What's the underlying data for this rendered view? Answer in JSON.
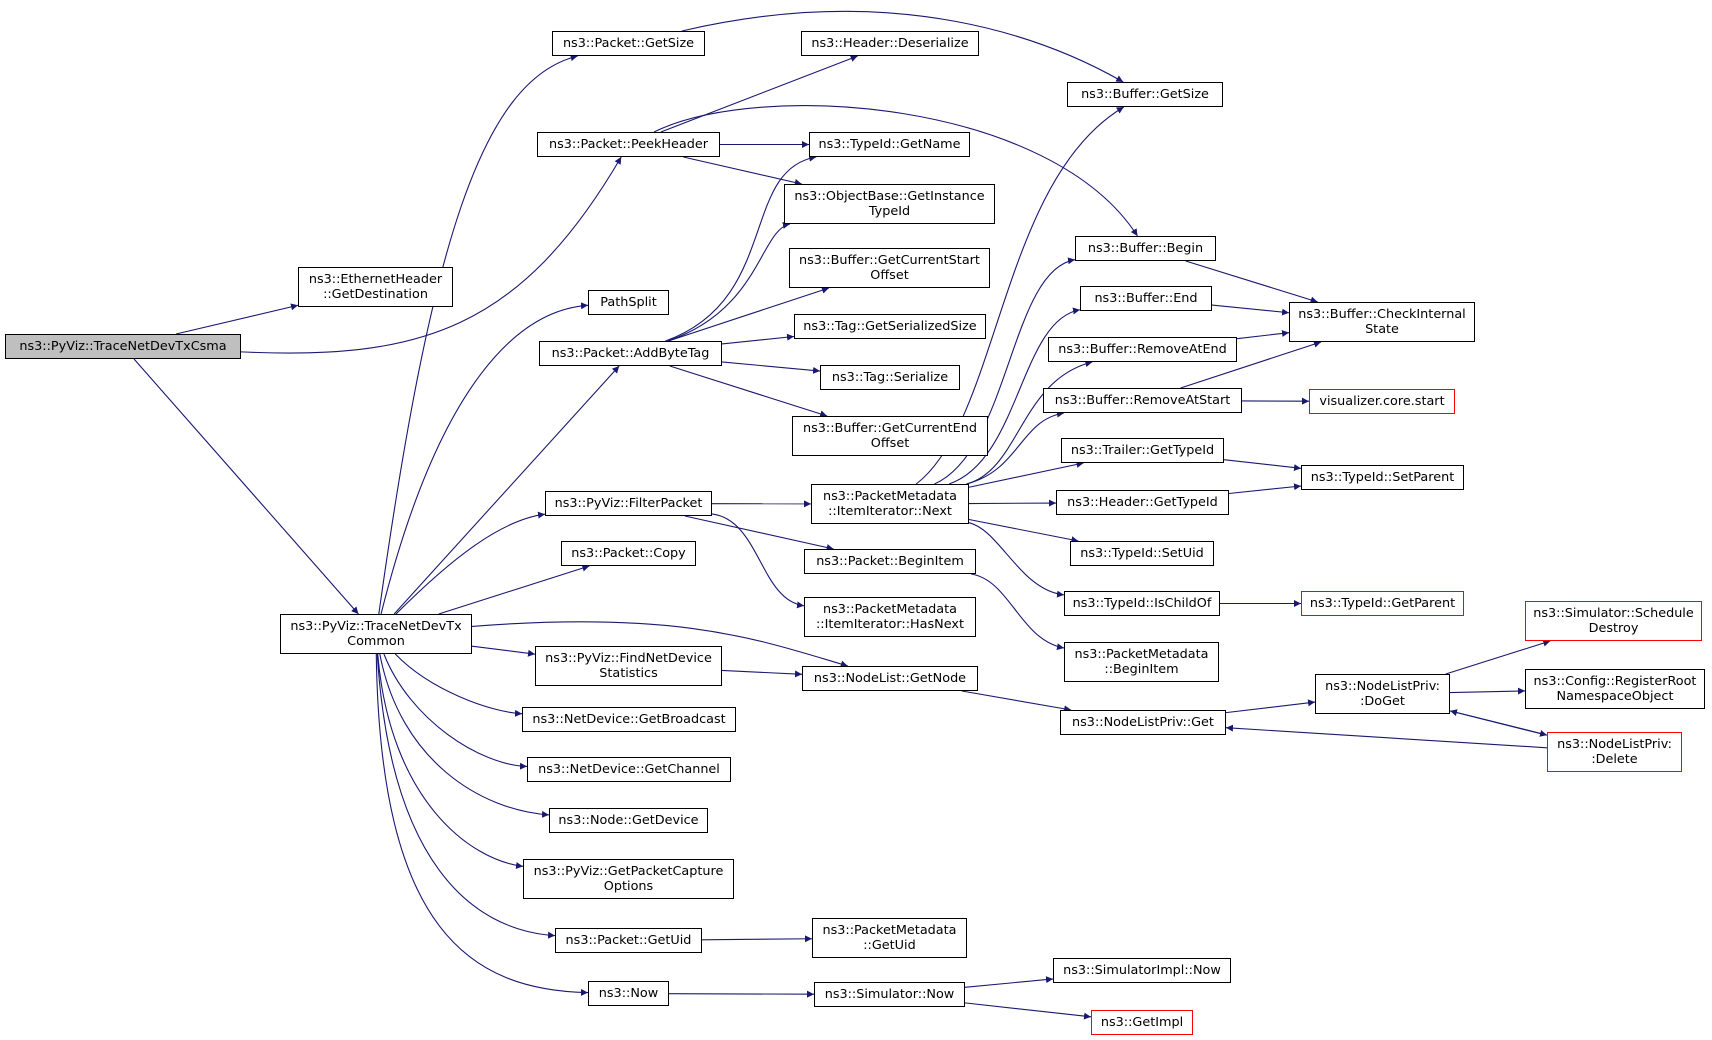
{
  "colors": {
    "edge": "#191970",
    "node_border": "#000000",
    "truncated_border": "#ff0000",
    "root_fill": "#bfbfbf"
  },
  "nodes": {
    "root": {
      "lines": [
        "ns3::PyViz::TraceNetDevTxCsma"
      ]
    },
    "ethernetheader_getdestination": {
      "lines": [
        "ns3::EthernetHeader",
        "::GetDestination"
      ]
    },
    "tracenetdevtxcommon": {
      "lines": [
        "ns3::PyViz::TraceNetDevTx",
        "Common"
      ]
    },
    "packet_getsize": {
      "lines": [
        "ns3::Packet::GetSize"
      ]
    },
    "packet_peekheader": {
      "lines": [
        "ns3::Packet::PeekHeader"
      ]
    },
    "pathsplit": {
      "lines": [
        "PathSplit"
      ]
    },
    "packet_addbytetag": {
      "lines": [
        "ns3::Packet::AddByteTag"
      ]
    },
    "pyviz_filterpacket": {
      "lines": [
        "ns3::PyViz::FilterPacket"
      ]
    },
    "packet_copy": {
      "lines": [
        "ns3::Packet::Copy"
      ]
    },
    "pyviz_findnetdevicestatistics": {
      "lines": [
        "ns3::PyViz::FindNetDevice",
        "Statistics"
      ]
    },
    "netdevice_getbroadcast": {
      "lines": [
        "ns3::NetDevice::GetBroadcast"
      ]
    },
    "netdevice_getchannel": {
      "lines": [
        "ns3::NetDevice::GetChannel"
      ]
    },
    "node_getdevice": {
      "lines": [
        "ns3::Node::GetDevice"
      ]
    },
    "pyviz_getpacketcaptureoptions": {
      "lines": [
        "ns3::PyViz::GetPacketCapture",
        "Options"
      ]
    },
    "packet_getuid": {
      "lines": [
        "ns3::Packet::GetUid"
      ]
    },
    "ns3_now": {
      "lines": [
        "ns3::Now"
      ]
    },
    "header_deserialize": {
      "lines": [
        "ns3::Header::Deserialize"
      ]
    },
    "typeid_getname": {
      "lines": [
        "ns3::TypeId::GetName"
      ]
    },
    "objectbase_getinstancetypeid": {
      "lines": [
        "ns3::ObjectBase::GetInstance",
        "TypeId"
      ]
    },
    "buffer_getcurrentstartoffset": {
      "lines": [
        "ns3::Buffer::GetCurrentStart",
        "Offset"
      ]
    },
    "tag_getserializedsize": {
      "lines": [
        "ns3::Tag::GetSerializedSize"
      ]
    },
    "tag_serialize": {
      "lines": [
        "ns3::Tag::Serialize"
      ]
    },
    "buffer_getcurrentendoffset": {
      "lines": [
        "ns3::Buffer::GetCurrentEnd",
        "Offset"
      ]
    },
    "packetmetadata_itemiterator_next": {
      "lines": [
        "ns3::PacketMetadata",
        "::ItemIterator::Next"
      ]
    },
    "packet_beginitem": {
      "lines": [
        "ns3::Packet::BeginItem"
      ]
    },
    "packetmetadata_itemiterator_hasnext": {
      "lines": [
        "ns3::PacketMetadata",
        "::ItemIterator::HasNext"
      ]
    },
    "nodelist_getnode": {
      "lines": [
        "ns3::NodeList::GetNode"
      ]
    },
    "packetmetadata_getuid": {
      "lines": [
        "ns3::PacketMetadata",
        "::GetUid"
      ]
    },
    "simulator_now": {
      "lines": [
        "ns3::Simulator::Now"
      ]
    },
    "buffer_getsize": {
      "lines": [
        "ns3::Buffer::GetSize"
      ]
    },
    "buffer_begin": {
      "lines": [
        "ns3::Buffer::Begin"
      ]
    },
    "buffer_end": {
      "lines": [
        "ns3::Buffer::End"
      ]
    },
    "buffer_removeatend": {
      "lines": [
        "ns3::Buffer::RemoveAtEnd"
      ]
    },
    "buffer_removeatstart": {
      "lines": [
        "ns3::Buffer::RemoveAtStart"
      ]
    },
    "trailer_gettypeid": {
      "lines": [
        "ns3::Trailer::GetTypeId"
      ]
    },
    "header_gettypeid": {
      "lines": [
        "ns3::Header::GetTypeId"
      ]
    },
    "typeid_setuid": {
      "lines": [
        "ns3::TypeId::SetUid"
      ]
    },
    "typeid_ischildof": {
      "lines": [
        "ns3::TypeId::IsChildOf"
      ]
    },
    "packetmetadata_beginitem": {
      "lines": [
        "ns3::PacketMetadata",
        "::BeginItem"
      ]
    },
    "nodelistpriv_get": {
      "lines": [
        "ns3::NodeListPriv::Get"
      ]
    },
    "simulatorimpl_now": {
      "lines": [
        "ns3::SimulatorImpl::Now"
      ]
    },
    "ns3_getimpl": {
      "lines": [
        "ns3::GetImpl"
      ]
    },
    "buffer_checkinternalstate": {
      "lines": [
        "ns3::Buffer::CheckInternal",
        "State"
      ]
    },
    "visualizer_core_start": {
      "lines": [
        "visualizer.core.start"
      ]
    },
    "typeid_setparent": {
      "lines": [
        "ns3::TypeId::SetParent"
      ]
    },
    "typeid_getparent": {
      "lines": [
        "ns3::TypeId::GetParent"
      ]
    },
    "nodelistpriv_doget": {
      "lines": [
        "ns3::NodeListPriv:",
        ":DoGet"
      ]
    },
    "simulator_scheduledestroy": {
      "lines": [
        "ns3::Simulator::Schedule",
        "Destroy"
      ]
    },
    "config_registerrootnamespaceobject": {
      "lines": [
        "ns3::Config::RegisterRoot",
        "NamespaceObject"
      ]
    },
    "nodelistpriv_delete": {
      "lines": [
        "ns3::NodeListPriv:",
        ":Delete"
      ]
    }
  }
}
